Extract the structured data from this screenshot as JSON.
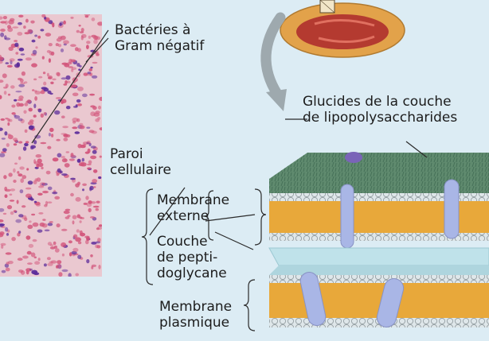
{
  "labels": {
    "gram_negative": [
      "Bactéries à",
      "Gram négatif"
    ],
    "lps_sugars": [
      "Glucides de la couche",
      "de lipopolysaccharides"
    ],
    "cell_wall": [
      "Paroi",
      "cellulaire"
    ],
    "outer_membrane": [
      "Membrane",
      "externe"
    ],
    "peptidoglycan": [
      "Couche",
      "de pepti-",
      "doglycane"
    ],
    "plasma_membrane": [
      "Membrane",
      "plasmique"
    ]
  },
  "colors": {
    "background": "#dcecf4",
    "micrograph_bg": "#eac8d0",
    "cell_pink": "#d2547a",
    "cell_purple": "#5a2a9a",
    "lipid_core": "#e8a83a",
    "lipid_head": "#dfe7ea",
    "peptidoglycan": "#bfe2ea",
    "lps_green": "#5f8a6e",
    "protein": "#a9b6e6",
    "bacterium_body": "#e2a24a",
    "bacterium_inner": "#b43a30"
  }
}
